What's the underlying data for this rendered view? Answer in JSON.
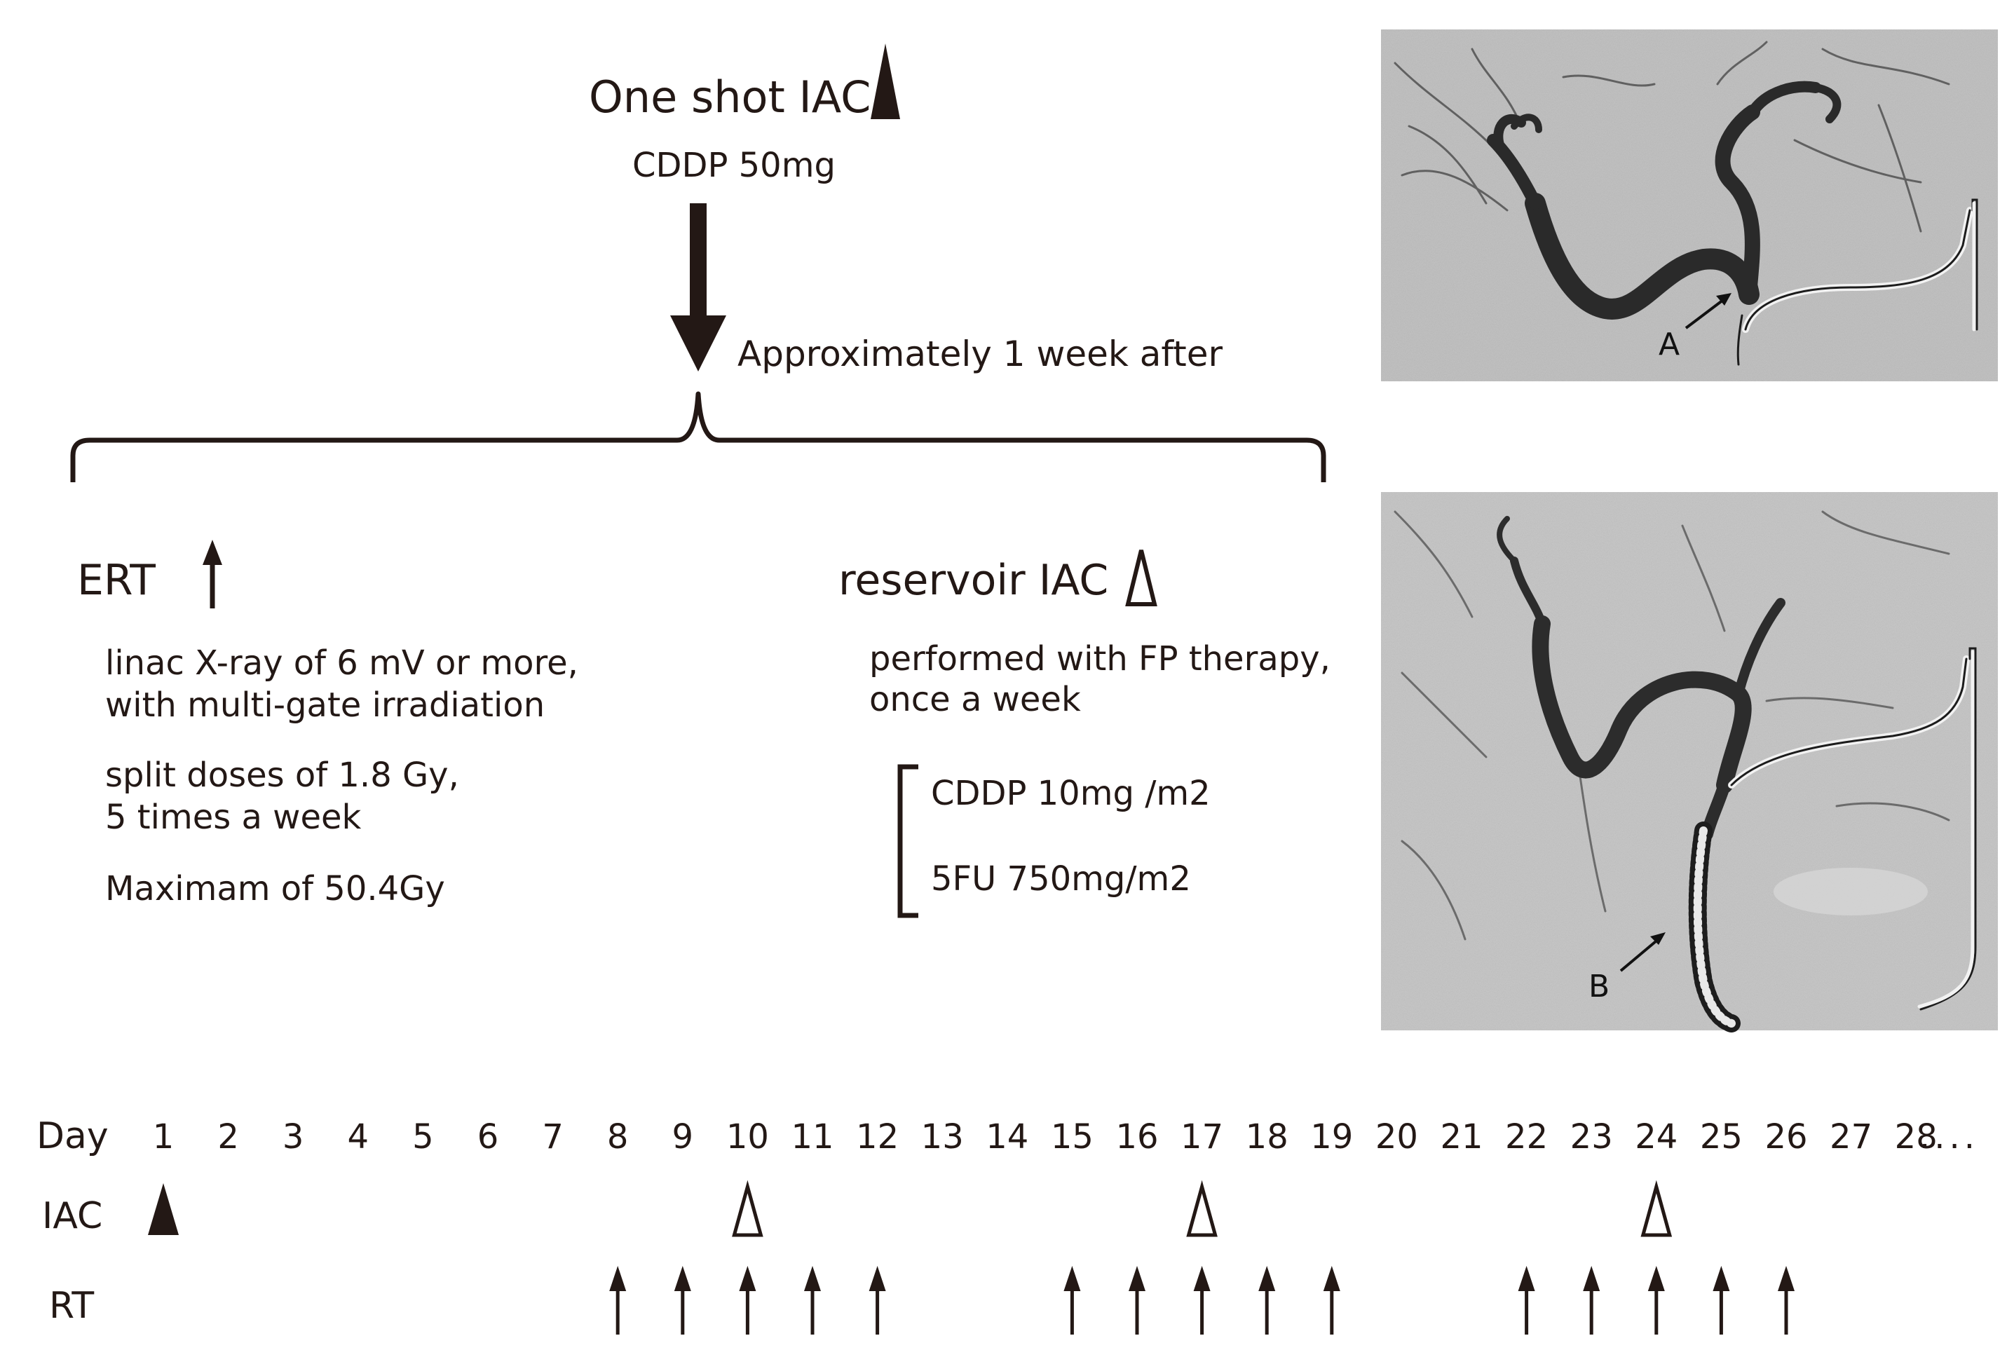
{
  "one_shot": {
    "title": "One shot IAC",
    "dose": "CDDP  50mg",
    "timing": "Approximately 1 week after"
  },
  "ert": {
    "title": "ERT",
    "lines": [
      "linac X-ray of 6 mV or more,",
      "with multi-gate irradiation",
      "split doses of 1.8 Gy,",
      "5 times a week",
      "Maximam of 50.4Gy"
    ]
  },
  "reservoir": {
    "title": "reservoir IAC",
    "lines": [
      "performed with FP therapy,",
      "once a week"
    ],
    "drugs": [
      "CDDP 10mg /m2",
      "5FU   750mg/m2"
    ]
  },
  "images": {
    "top_label": "A",
    "bottom_label": "B"
  },
  "schedule": {
    "day_label": "Day",
    "iac_label": "IAC",
    "rt_label": "RT",
    "days": [
      1,
      2,
      3,
      4,
      5,
      6,
      7,
      8,
      9,
      10,
      11,
      12,
      13,
      14,
      15,
      16,
      17,
      18,
      19,
      20,
      21,
      22,
      23,
      24,
      25,
      26,
      27,
      28
    ],
    "ellipsis": "....",
    "one_shot_day": 1,
    "reservoir_days": [
      10,
      17,
      24
    ],
    "rt_days": [
      8,
      9,
      10,
      11,
      12,
      15,
      16,
      17,
      18,
      19,
      22,
      23,
      24,
      25,
      26
    ]
  },
  "colors": {
    "ink": "#231815",
    "angio_bg": "#bcbcbc",
    "vessel": "#2e2e2e"
  }
}
